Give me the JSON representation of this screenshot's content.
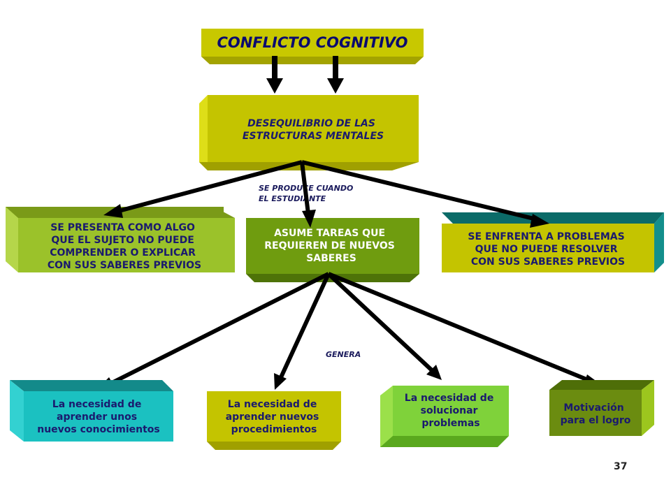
{
  "title": "CONFLICTO  COGNITIVO",
  "disequilibrium": [
    "DESEQUILIBRIO DE LAS",
    "ESTRUCTURAS MENTALES"
  ],
  "connector_produce": [
    "SE PRODUCE CUANDO",
    "EL ESTUDIANTE"
  ],
  "situations": [
    {
      "lines": [
        "SE PRESENTA COMO ALGO",
        "QUE EL SUJETO NO PUEDE",
        "COMPRENDER O EXPLICAR",
        "CON SUS SABERES PREVIOS"
      ]
    },
    {
      "lines": [
        "ASUME TAREAS QUE",
        "REQUIEREN DE NUEVOS",
        "SABERES"
      ]
    },
    {
      "lines": [
        "SE ENFRENTA A PROBLEMAS",
        "QUE NO PUEDE RESOLVER",
        "CON SUS SABERES PREVIOS"
      ]
    }
  ],
  "connector_genera": "GENERA",
  "outcomes": [
    {
      "lines": [
        "La necesidad de",
        "aprender unos",
        "nuevos conocimientos"
      ]
    },
    {
      "lines": [
        "La necesidad de",
        "aprender nuevos",
        "procedimientos"
      ]
    },
    {
      "lines": [
        "La necesidad de",
        "solucionar",
        "problemas"
      ]
    },
    {
      "lines": [
        "Motivación",
        "para el logro"
      ]
    }
  ],
  "page_number": "37",
  "colors": {
    "title_face": "#c8c800",
    "title_text": "#0a0a6e",
    "yellow_face": "#c4c400",
    "light_green_face": "#9bc22a",
    "olive_green_face": "#6f9c0f",
    "teal_face": "#1bc1c1",
    "bright_green_face": "#7fd23a",
    "dark_olive_face": "#6b8c10",
    "navy_text": "#1a1a6e",
    "white_text": "#ffffff"
  }
}
